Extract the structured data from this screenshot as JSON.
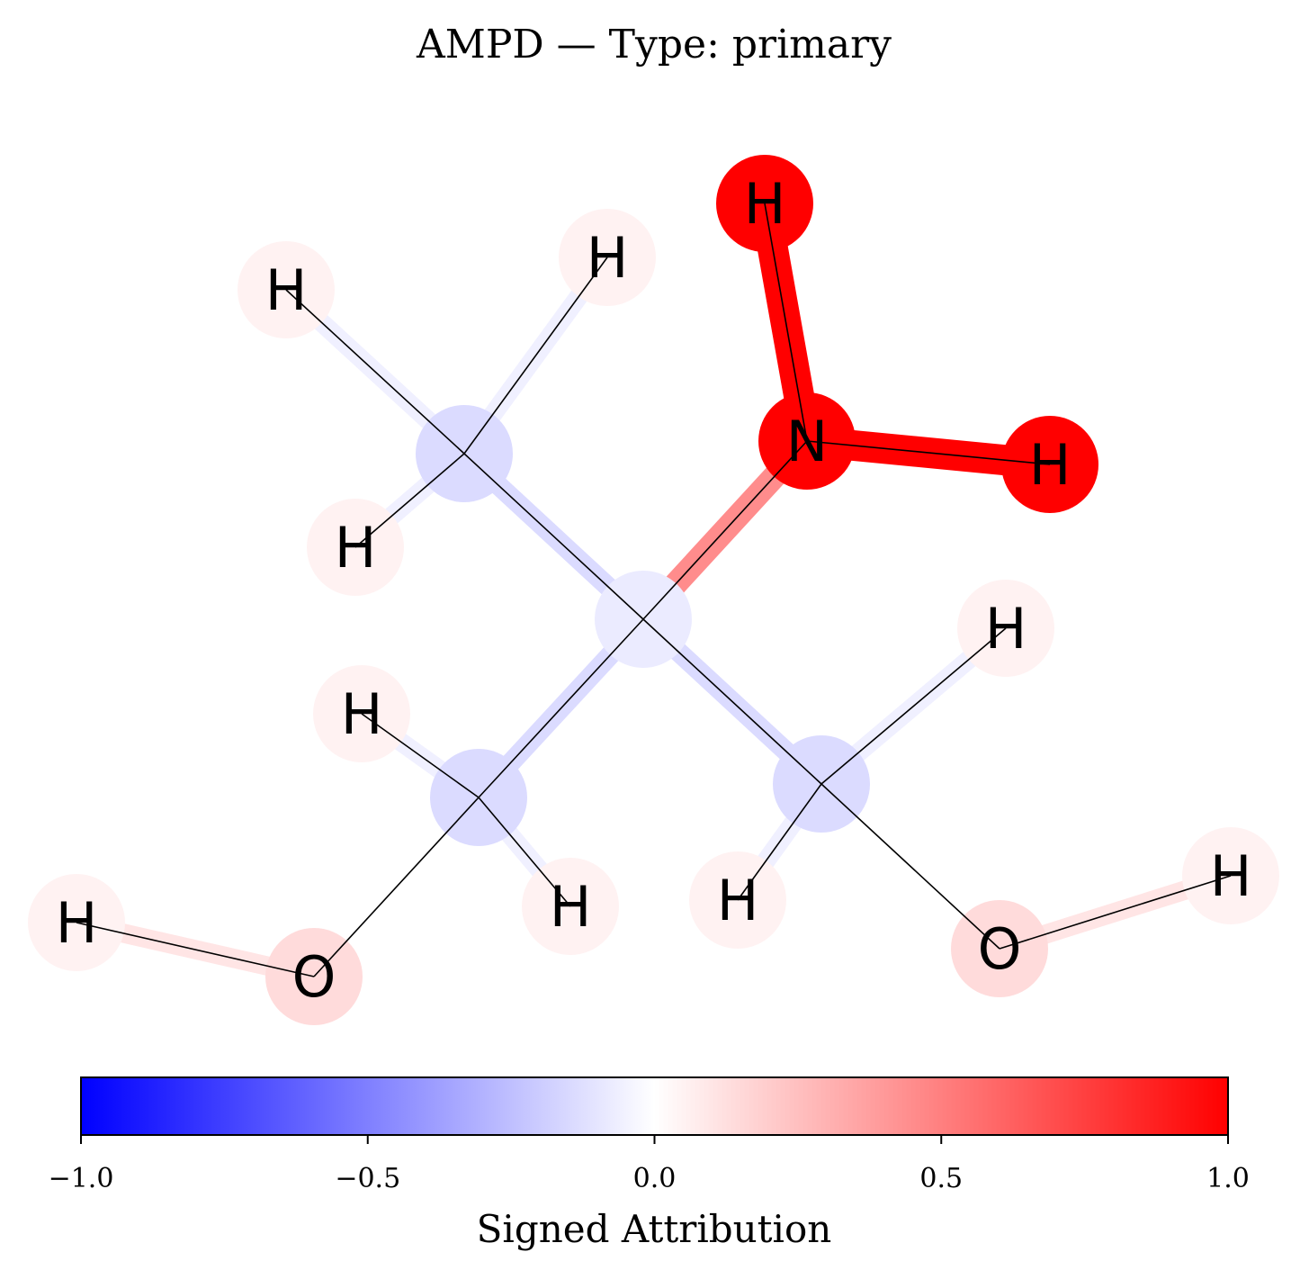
{
  "title": "AMPD — Type: primary",
  "molecule": {
    "atoms": [
      {
        "id": "C_center",
        "element": "",
        "attribution": -0.08
      },
      {
        "id": "C_top",
        "element": "",
        "attribution": -0.14
      },
      {
        "id": "C_left",
        "element": "",
        "attribution": -0.14
      },
      {
        "id": "C_right",
        "element": "",
        "attribution": -0.14
      },
      {
        "id": "N",
        "element": "N",
        "attribution": 1.0
      },
      {
        "id": "H_N1",
        "element": "H",
        "attribution": 1.0
      },
      {
        "id": "H_N2",
        "element": "H",
        "attribution": 1.0
      },
      {
        "id": "H_top1",
        "element": "H",
        "attribution": 0.05
      },
      {
        "id": "H_top2",
        "element": "H",
        "attribution": 0.05
      },
      {
        "id": "H_top3",
        "element": "H",
        "attribution": 0.05
      },
      {
        "id": "H_left1",
        "element": "H",
        "attribution": 0.05
      },
      {
        "id": "H_left2",
        "element": "H",
        "attribution": 0.05
      },
      {
        "id": "H_right1",
        "element": "H",
        "attribution": 0.05
      },
      {
        "id": "H_right2",
        "element": "H",
        "attribution": 0.05
      },
      {
        "id": "O_left",
        "element": "O",
        "attribution": 0.14
      },
      {
        "id": "O_right",
        "element": "O",
        "attribution": 0.14
      },
      {
        "id": "H_Oleft",
        "element": "H",
        "attribution": 0.05
      },
      {
        "id": "H_Oright",
        "element": "H",
        "attribution": 0.05
      }
    ],
    "bonds": [
      {
        "a": "C_center",
        "b": "C_top",
        "attribution": -0.14
      },
      {
        "a": "C_center",
        "b": "C_left",
        "attribution": -0.14
      },
      {
        "a": "C_center",
        "b": "C_right",
        "attribution": -0.14
      },
      {
        "a": "C_center",
        "b": "N",
        "attribution": 0.45
      },
      {
        "a": "N",
        "b": "H_N1",
        "attribution": 1.0
      },
      {
        "a": "N",
        "b": "H_N2",
        "attribution": 1.0
      },
      {
        "a": "C_top",
        "b": "H_top1",
        "attribution": -0.06
      },
      {
        "a": "C_top",
        "b": "H_top2",
        "attribution": -0.06
      },
      {
        "a": "C_top",
        "b": "H_top3",
        "attribution": -0.06
      },
      {
        "a": "C_left",
        "b": "H_left1",
        "attribution": -0.06
      },
      {
        "a": "C_left",
        "b": "H_left2",
        "attribution": -0.06
      },
      {
        "a": "C_left",
        "b": "O_left",
        "attribution": 0.0
      },
      {
        "a": "C_right",
        "b": "H_right1",
        "attribution": -0.06
      },
      {
        "a": "C_right",
        "b": "H_right2",
        "attribution": -0.06
      },
      {
        "a": "C_right",
        "b": "O_right",
        "attribution": 0.0
      },
      {
        "a": "O_left",
        "b": "H_Oleft",
        "attribution": 0.1
      },
      {
        "a": "O_right",
        "b": "H_Oright",
        "attribution": 0.1
      }
    ]
  },
  "colorbar": {
    "label": "Signed Attribution",
    "min": -1.0,
    "max": 1.0,
    "ticks": [
      -1.0,
      -0.5,
      0.0,
      0.5,
      1.0
    ],
    "tick_labels": [
      "−1.0",
      "−0.5",
      "0.0",
      "0.5",
      "1.0"
    ],
    "colormap": "bwr",
    "color_low": "#0000ff",
    "color_mid": "#ffffff",
    "color_high": "#ff0000"
  }
}
